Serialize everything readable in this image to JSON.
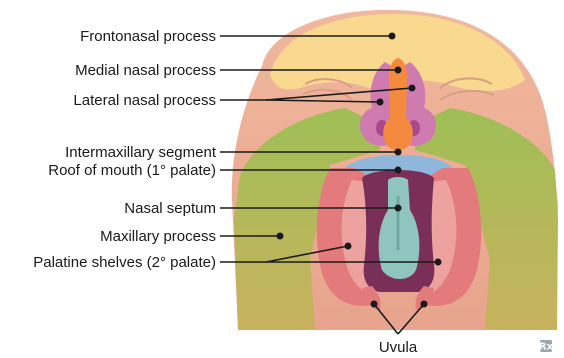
{
  "labels": {
    "frontonasal": "Frontonasal process",
    "medial_nasal": "Medial nasal process",
    "lateral_nasal": "Lateral nasal process",
    "intermaxillary": "Intermaxillary segment",
    "roof_of_mouth": "Roof of mouth (1° palate)",
    "nasal_septum": "Nasal septum",
    "maxillary": "Maxillary process",
    "palatine": "Palatine shelves (2° palate)",
    "uvula": "Uvula"
  },
  "badge": {
    "icon": "rx-icon",
    "text": "Rx"
  },
  "colors": {
    "face": "#ecae95",
    "frontonasal": "#f9d98f",
    "maxillary": "#a9c25a",
    "lateral_nasal": "#cf7bb0",
    "medial_nasal": "#f38a3e",
    "roof": "#8fb7dc",
    "palate": "#e37b7c",
    "septum_dark": "#7a2f58",
    "septum": "#8fc4bf"
  }
}
